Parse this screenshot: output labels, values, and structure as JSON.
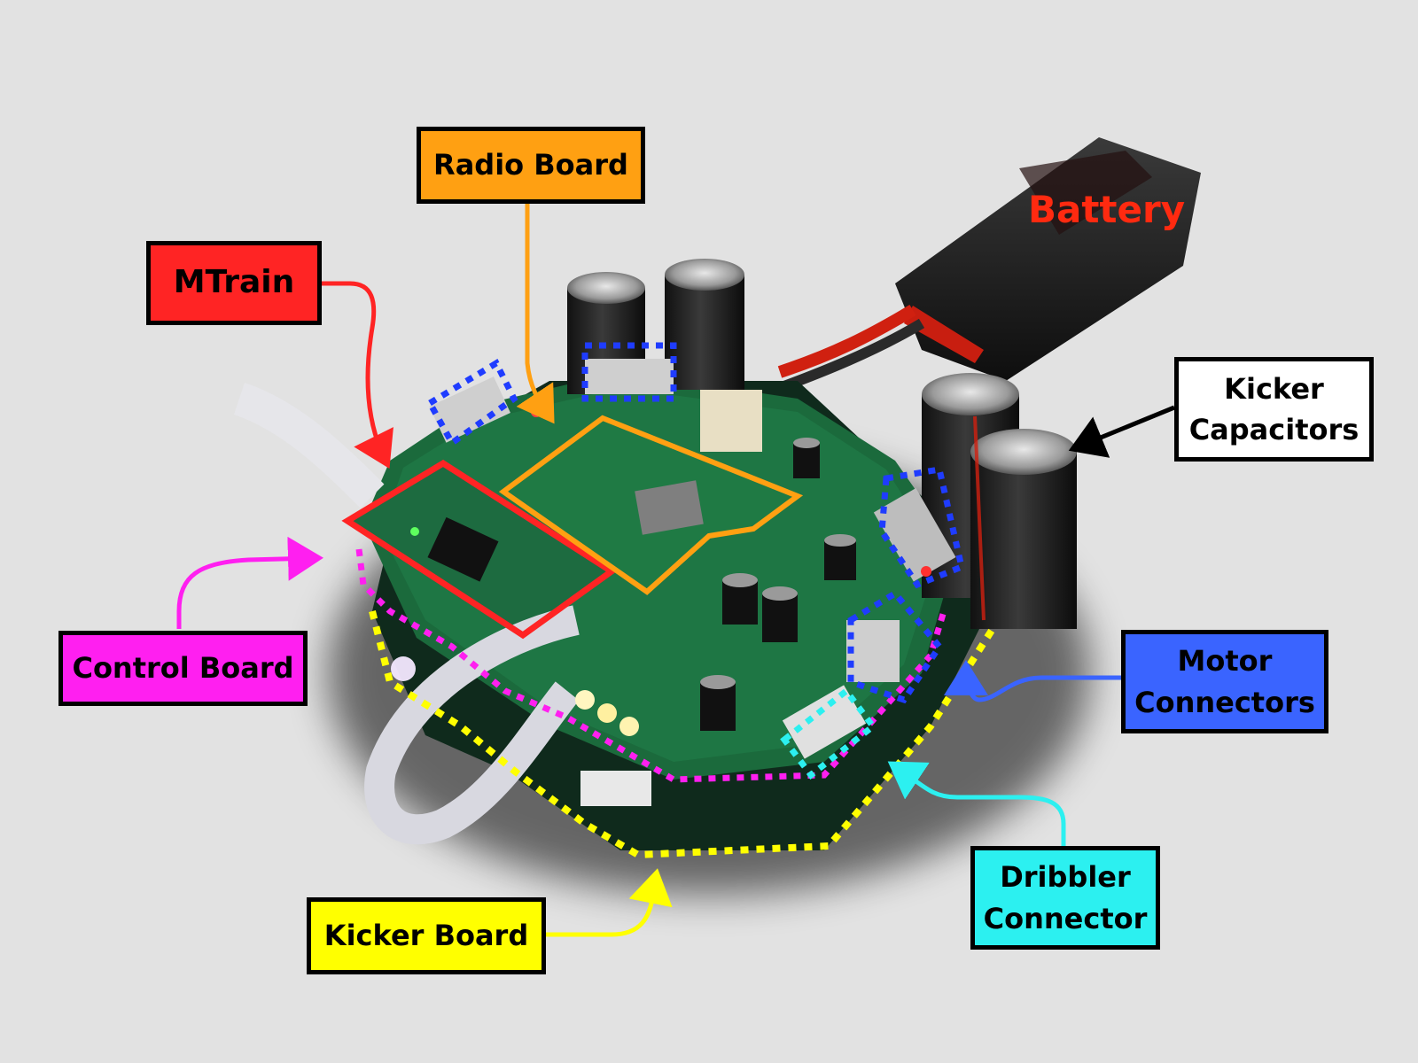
{
  "labels": {
    "radio_board": "Radio Board",
    "mtrain": "MTrain",
    "battery": "Battery",
    "kicker_capacitors": {
      "line1": "Kicker",
      "line2": "Capacitors"
    },
    "control_board": "Control Board",
    "motor_connectors": {
      "line1": "Motor",
      "line2": "Connectors"
    },
    "dribbler_connector": {
      "line1": "Dribbler",
      "line2": "Connector"
    },
    "kicker_board": "Kicker Board"
  },
  "colors": {
    "background": "#e2e2e2",
    "radio_board": "#ffa012",
    "mtrain": "#ff2424",
    "battery_text": "#ff2a10",
    "kicker_capacitors": "#ffffff",
    "control_board": "#ff1ff0",
    "motor_connectors": "#3a64ff",
    "dribbler_connector": "#2cf0f0",
    "kicker_board": "#ffff00",
    "pcb": "#1b6a3c"
  }
}
